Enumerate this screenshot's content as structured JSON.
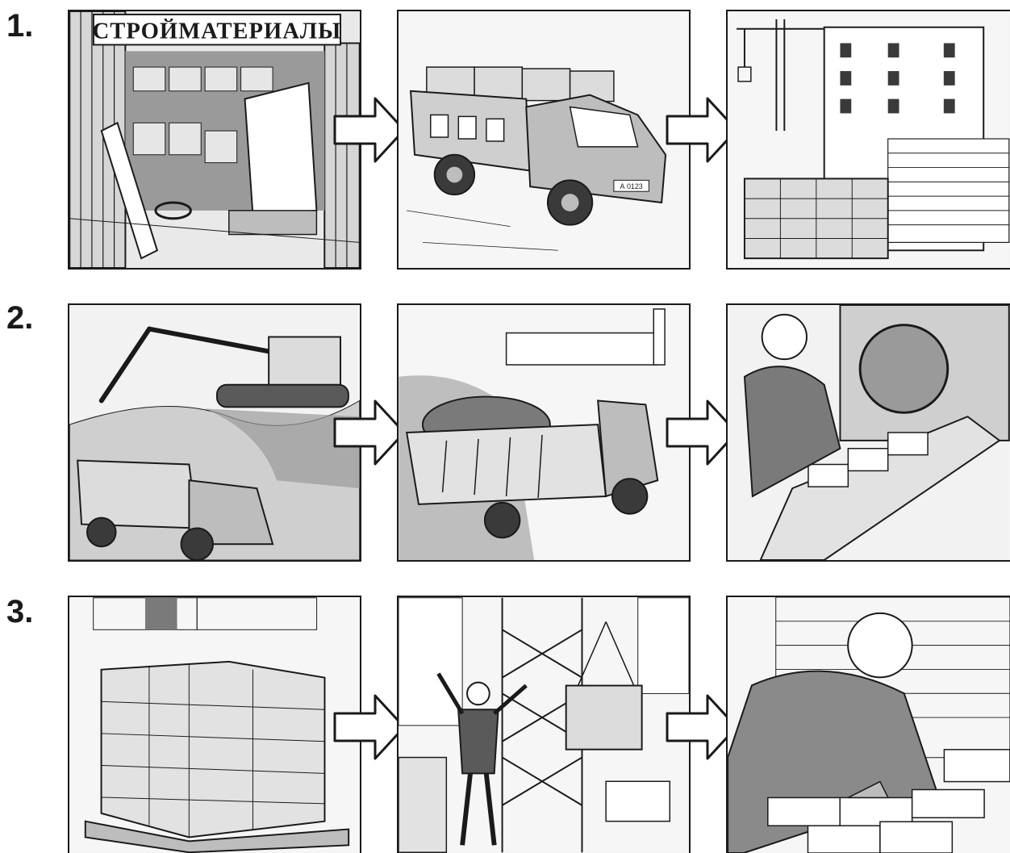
{
  "rows": [
    {
      "number": "1.",
      "panels": [
        {
          "name": "building-materials-store",
          "sign": "СТРОЙМАТЕРИАЛЫ"
        },
        {
          "name": "truck-with-bricks",
          "plate": "А 0123"
        },
        {
          "name": "construction-site-crane"
        }
      ]
    },
    {
      "number": "2.",
      "panels": [
        {
          "name": "excavator-loading-clay"
        },
        {
          "name": "dump-truck-to-factory"
        },
        {
          "name": "brick-factory-worker"
        }
      ]
    },
    {
      "number": "3.",
      "panels": [
        {
          "name": "brick-pallet"
        },
        {
          "name": "crane-lifting-pallet"
        },
        {
          "name": "bricklayer-building-wall"
        }
      ]
    }
  ],
  "colors": {
    "ink": "#1a1a1a",
    "paper": "#f4f4f4",
    "shade": "#bdbdbd",
    "dark": "#7a7a7a"
  }
}
